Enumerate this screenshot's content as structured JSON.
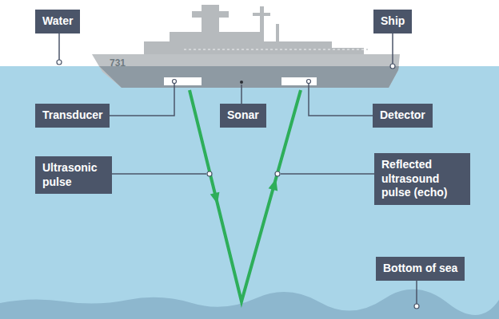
{
  "diagram": {
    "nodes": [
      {
        "text": [
          "Water"
        ]
      },
      {
        "text": [
          "Ship"
        ]
      },
      {
        "text": [
          "Transducer"
        ]
      },
      {
        "text": [
          "Sonar"
        ]
      },
      {
        "text": [
          "Detector"
        ]
      },
      {
        "text": [
          "Ultrasonic pulse"
        ]
      },
      {
        "text": [
          "Reflected ultrasound pulse (echo)"
        ]
      },
      {
        "text": [
          "Bottom of sea"
        ]
      }
    ],
    "labels": [
      "731"
    ]
  }
}
